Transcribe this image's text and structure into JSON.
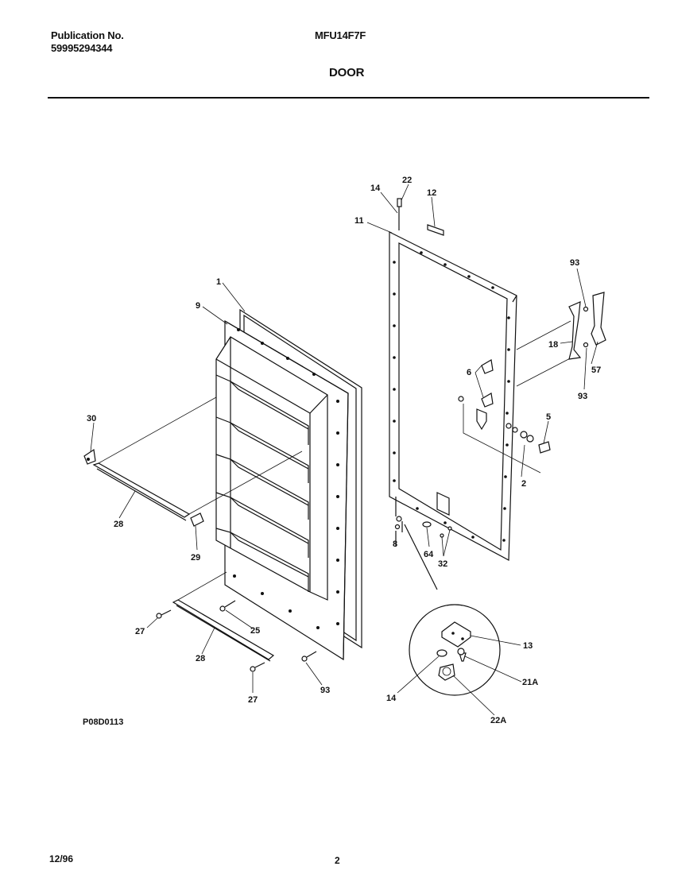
{
  "header": {
    "publication_label": "Publication No.",
    "publication_number": "59995294344",
    "model": "MFU14F7F",
    "section_title": "DOOR"
  },
  "figure_code": "P08D0113",
  "footer": {
    "date": "12/96",
    "page_number": "2"
  },
  "callouts": {
    "c1": "1",
    "c9": "9",
    "c30": "30",
    "c28a": "28",
    "c29": "29",
    "c27a": "27",
    "c25": "25",
    "c28b": "28",
    "c27b": "27",
    "c93a": "93",
    "c14a": "14",
    "c22": "22",
    "c12": "12",
    "c11": "11",
    "c93b": "93",
    "c18": "18",
    "c57": "57",
    "c93c": "93",
    "c6": "6",
    "c5": "5",
    "c2": "2",
    "c8": "8",
    "c64": "64",
    "c32": "32",
    "c13": "13",
    "c21a": "21A",
    "c14b": "14",
    "c22a": "22A"
  }
}
